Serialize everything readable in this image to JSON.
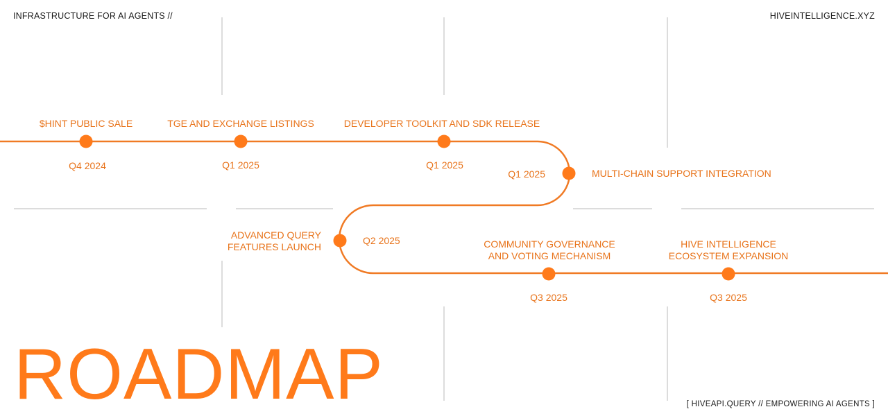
{
  "header": {
    "left": "INFRASTRUCTURE FOR AI AGENTS //",
    "right": "HIVEINTELLIGENCE.XYZ"
  },
  "title": "ROADMAP",
  "footer": "[ HIVEAPI.QUERY // EMPOWERING AI AGENTS ]",
  "colors": {
    "accent": "#ff7a1a",
    "label": "#e8731a",
    "line": "#f07a24",
    "divider": "#b0b0b0",
    "text": "#1a1a1a"
  },
  "milestones": [
    {
      "label_lines": [
        "$HINT PUBLIC SALE"
      ],
      "date": "Q4 2024"
    },
    {
      "label_lines": [
        "TGE AND EXCHANGE LISTINGS"
      ],
      "date": "Q1 2025"
    },
    {
      "label_lines": [
        "DEVELOPER TOOLKIT AND SDK RELEASE"
      ],
      "date": "Q1 2025"
    },
    {
      "label_lines": [
        "MULTI-CHAIN SUPPORT INTEGRATION"
      ],
      "date": "Q1 2025"
    },
    {
      "label_lines": [
        "ADVANCED QUERY",
        "FEATURES LAUNCH"
      ],
      "date": "Q2 2025"
    },
    {
      "label_lines": [
        "COMMUNITY GOVERNANCE",
        "AND VOTING MECHANISM"
      ],
      "date": "Q3 2025"
    },
    {
      "label_lines": [
        "HIVE INTELLIGENCE",
        "ECOSYSTEM EXPANSION"
      ],
      "date": "Q3 2025"
    }
  ]
}
